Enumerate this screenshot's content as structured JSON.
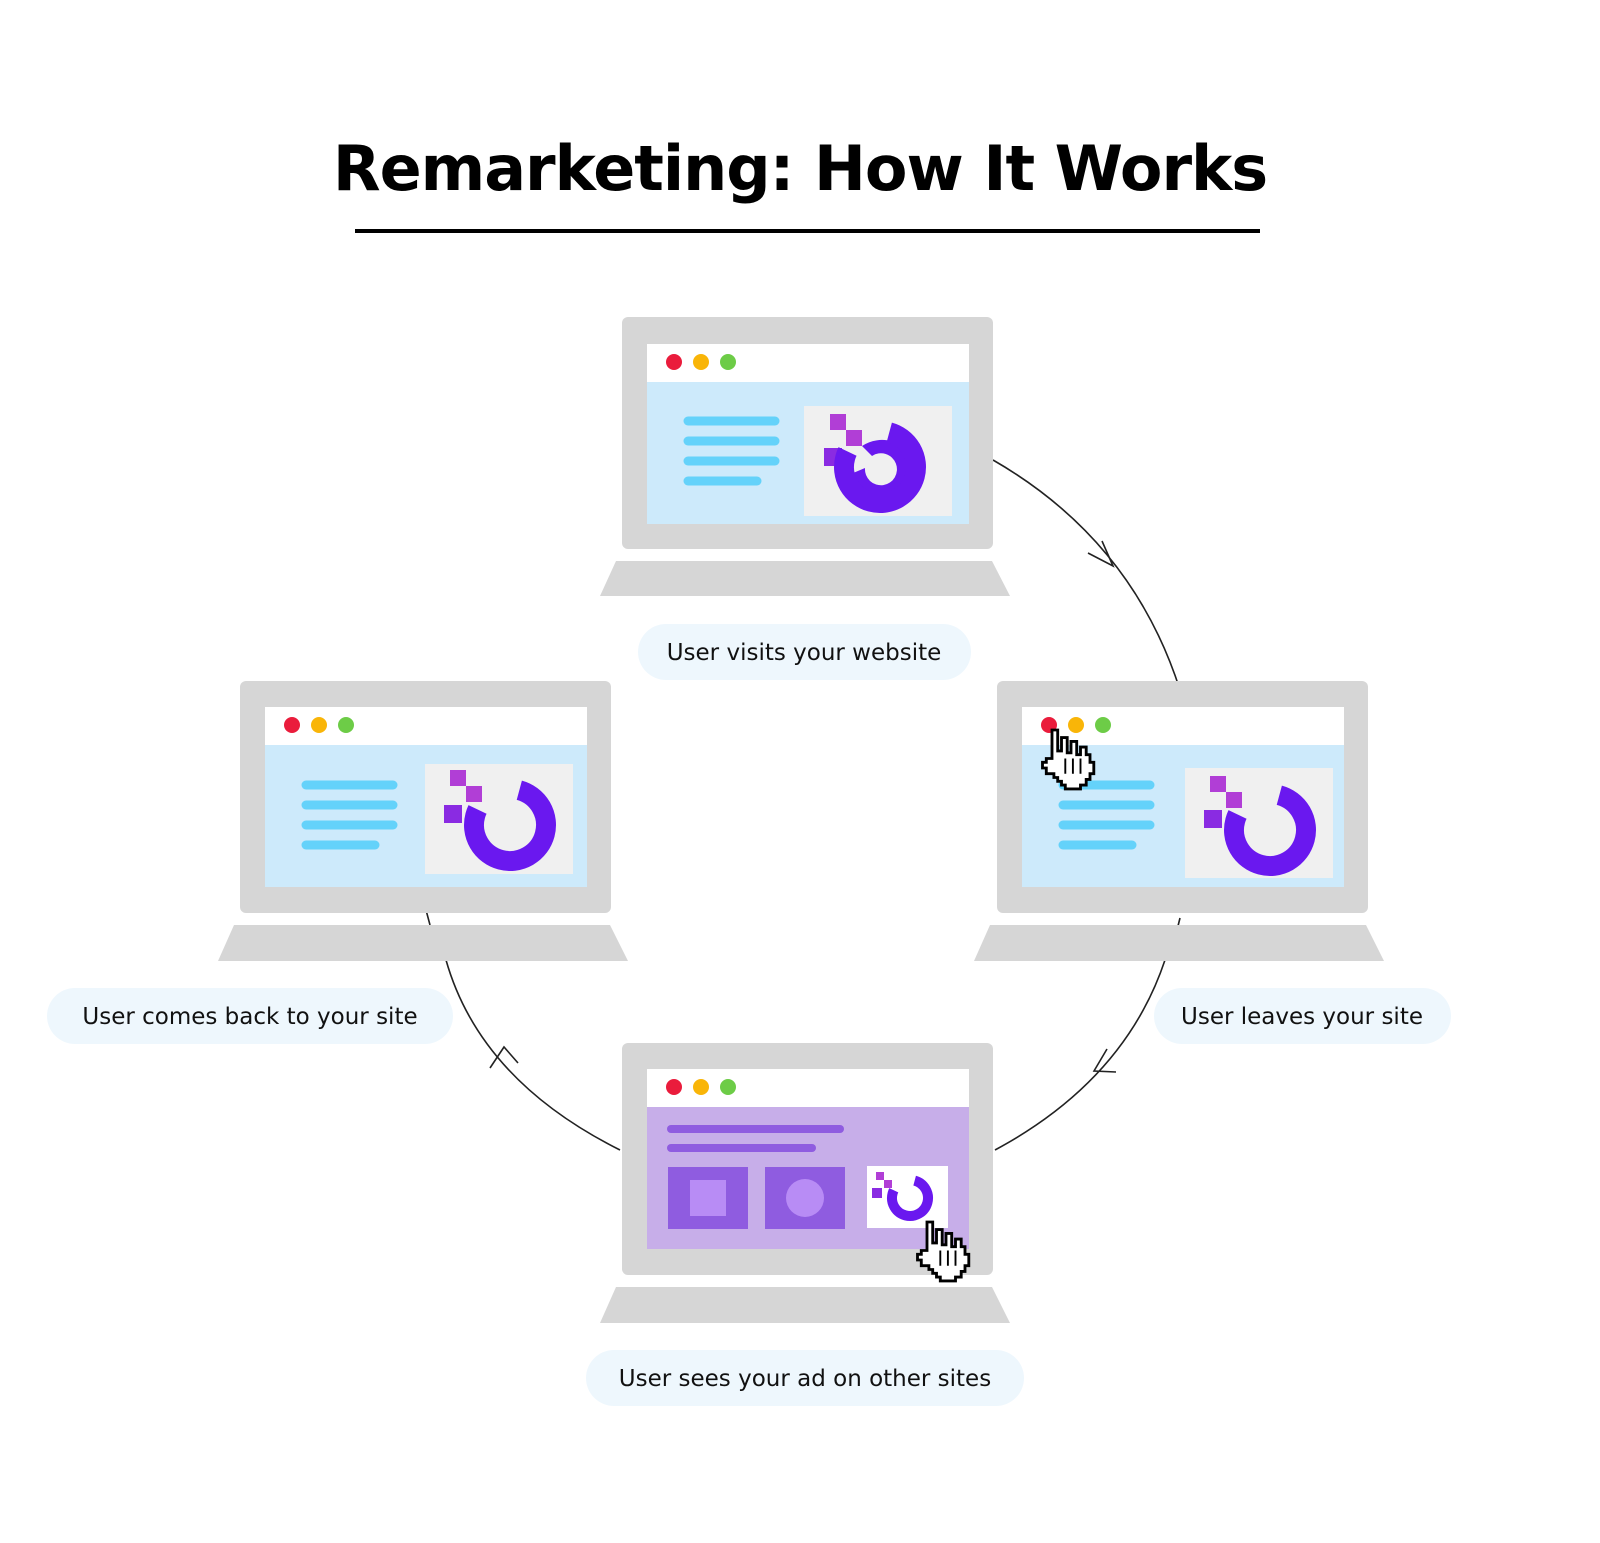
{
  "title": "Remarketing: How It Works",
  "steps": [
    {
      "label": "User visits your website"
    },
    {
      "label": "User leaves your site"
    },
    {
      "label": "User sees your ad on other sites"
    },
    {
      "label": "User comes back to your site"
    }
  ],
  "colors": {
    "laptop_frame": "#d6d6d6",
    "site_screen": "#cdeafb",
    "site_text_lines": "#64d2fa",
    "ad_screen": "#c7aee9",
    "ad_blocks": "#8f5ce0",
    "ad_block_inner": "#b88cf5",
    "brand_purple": "#6a18ef",
    "brand_magenta": "#b13ed6",
    "caption_pill": "#eef7fd",
    "dot_red": "#ea1c3c",
    "dot_yellow": "#f9b508",
    "dot_green": "#6dcc47"
  },
  "icons": [
    "window-dots-icon",
    "brand-logo-icon",
    "hand-cursor-icon",
    "cycle-arrow-icon"
  ]
}
